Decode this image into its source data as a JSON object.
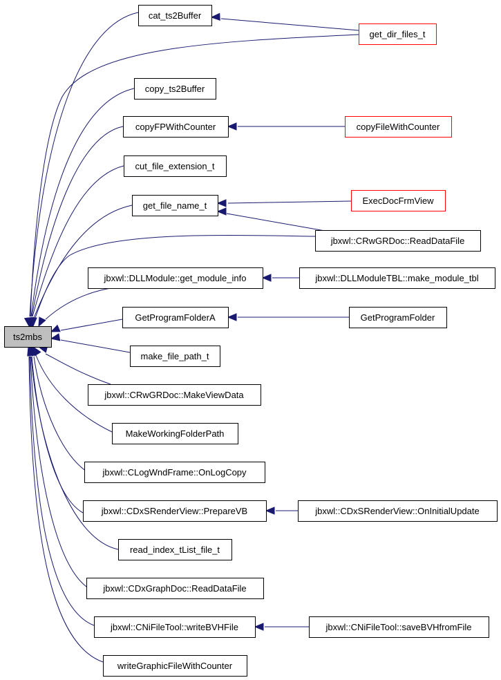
{
  "diagram": {
    "colors": {
      "edge": "#191970",
      "node_border": "#000000",
      "node_border_truncated": "#ff0000",
      "focus_fill": "#bfbfbf",
      "node_fill": "#ffffff"
    },
    "focus_node": {
      "id": "ts2mbs",
      "label": "ts2mbs"
    },
    "nodes": [
      {
        "id": "cat_ts2Buffer",
        "label": "cat_ts2Buffer",
        "truncated": false
      },
      {
        "id": "get_dir_files_t",
        "label": "get_dir_files_t",
        "truncated": true
      },
      {
        "id": "copy_ts2Buffer",
        "label": "copy_ts2Buffer",
        "truncated": false
      },
      {
        "id": "copyFPWithCounter",
        "label": "copyFPWithCounter",
        "truncated": false
      },
      {
        "id": "copyFileWithCounter",
        "label": "copyFileWithCounter",
        "truncated": true
      },
      {
        "id": "cut_file_extension_t",
        "label": "cut_file_extension_t",
        "truncated": false
      },
      {
        "id": "get_file_name_t",
        "label": "get_file_name_t",
        "truncated": false
      },
      {
        "id": "ExecDocFrmView",
        "label": "ExecDocFrmView",
        "truncated": true
      },
      {
        "id": "CRwGRDoc_ReadDataFile",
        "label": "jbxwl::CRwGRDoc::ReadDataFile",
        "truncated": false
      },
      {
        "id": "DLLModule_get_module_info",
        "label": "jbxwl::DLLModule::get_module_info",
        "truncated": false
      },
      {
        "id": "DLLModuleTBL_make_module_tbl",
        "label": "jbxwl::DLLModuleTBL::make_module_tbl",
        "truncated": false
      },
      {
        "id": "GetProgramFolderA",
        "label": "GetProgramFolderA",
        "truncated": false
      },
      {
        "id": "GetProgramFolder",
        "label": "GetProgramFolder",
        "truncated": false
      },
      {
        "id": "make_file_path_t",
        "label": "make_file_path_t",
        "truncated": false
      },
      {
        "id": "CRwGRDoc_MakeViewData",
        "label": "jbxwl::CRwGRDoc::MakeViewData",
        "truncated": false
      },
      {
        "id": "MakeWorkingFolderPath",
        "label": "MakeWorkingFolderPath",
        "truncated": false
      },
      {
        "id": "CLogWndFrame_OnLogCopy",
        "label": "jbxwl::CLogWndFrame::OnLogCopy",
        "truncated": false
      },
      {
        "id": "CDxSRenderView_PrepareVB",
        "label": "jbxwl::CDxSRenderView::PrepareVB",
        "truncated": false
      },
      {
        "id": "CDxSRenderView_OnInitialUpdate",
        "label": "jbxwl::CDxSRenderView::OnInitialUpdate",
        "truncated": false
      },
      {
        "id": "read_index_tList_file_t",
        "label": "read_index_tList_file_t",
        "truncated": false
      },
      {
        "id": "CDxGraphDoc_ReadDataFile",
        "label": "jbxwl::CDxGraphDoc::ReadDataFile",
        "truncated": false
      },
      {
        "id": "CNiFileTool_writeBVHFile",
        "label": "jbxwl::CNiFileTool::writeBVHFile",
        "truncated": false
      },
      {
        "id": "CNiFileTool_saveBVHfromFile",
        "label": "jbxwl::CNiFileTool::saveBVHfromFile",
        "truncated": false
      },
      {
        "id": "writeGraphicFileWithCounter",
        "label": "writeGraphicFileWithCounter",
        "truncated": false
      }
    ],
    "edges": [
      {
        "from": "get_dir_files_t",
        "to": "cat_ts2Buffer"
      },
      {
        "from": "copyFileWithCounter",
        "to": "copyFPWithCounter"
      },
      {
        "from": "ExecDocFrmView",
        "to": "get_file_name_t"
      },
      {
        "from": "CRwGRDoc_ReadDataFile",
        "to": "get_file_name_t"
      },
      {
        "from": "DLLModuleTBL_make_module_tbl",
        "to": "DLLModule_get_module_info"
      },
      {
        "from": "GetProgramFolder",
        "to": "GetProgramFolderA"
      },
      {
        "from": "CDxSRenderView_OnInitialUpdate",
        "to": "CDxSRenderView_PrepareVB"
      },
      {
        "from": "CNiFileTool_saveBVHfromFile",
        "to": "CNiFileTool_writeBVHFile"
      },
      {
        "from": "cat_ts2Buffer",
        "to": "ts2mbs"
      },
      {
        "from": "get_dir_files_t",
        "to": "ts2mbs"
      },
      {
        "from": "copy_ts2Buffer",
        "to": "ts2mbs"
      },
      {
        "from": "copyFPWithCounter",
        "to": "ts2mbs"
      },
      {
        "from": "cut_file_extension_t",
        "to": "ts2mbs"
      },
      {
        "from": "get_file_name_t",
        "to": "ts2mbs"
      },
      {
        "from": "CRwGRDoc_ReadDataFile",
        "to": "ts2mbs"
      },
      {
        "from": "DLLModule_get_module_info",
        "to": "ts2mbs"
      },
      {
        "from": "GetProgramFolderA",
        "to": "ts2mbs"
      },
      {
        "from": "make_file_path_t",
        "to": "ts2mbs"
      },
      {
        "from": "CRwGRDoc_MakeViewData",
        "to": "ts2mbs"
      },
      {
        "from": "MakeWorkingFolderPath",
        "to": "ts2mbs"
      },
      {
        "from": "CLogWndFrame_OnLogCopy",
        "to": "ts2mbs"
      },
      {
        "from": "CDxSRenderView_PrepareVB",
        "to": "ts2mbs"
      },
      {
        "from": "read_index_tList_file_t",
        "to": "ts2mbs"
      },
      {
        "from": "CDxGraphDoc_ReadDataFile",
        "to": "ts2mbs"
      },
      {
        "from": "CNiFileTool_writeBVHFile",
        "to": "ts2mbs"
      },
      {
        "from": "writeGraphicFileWithCounter",
        "to": "ts2mbs"
      }
    ]
  }
}
